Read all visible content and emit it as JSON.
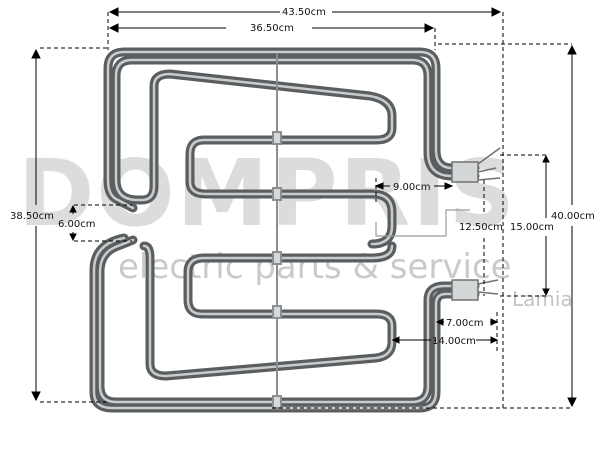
{
  "watermark": {
    "brand": "DOMPRIS",
    "tagline": "electric parts & service",
    "location": "Lamia"
  },
  "dimensions": {
    "total_width": "43.50cm",
    "inner_width": "36.50cm",
    "left_height": "38.50cm",
    "right_height": "40.00cm",
    "gap": "6.00cm",
    "terminal_offset": "9.00cm",
    "terminal_spacing_a": "12.50cm",
    "terminal_spacing_b": "15.00cm",
    "lower_offset_a": "7.00cm",
    "lower_offset_b": "14.00cm"
  },
  "colors": {
    "tube": "#5b5e60",
    "tube_highlight": "#c9cccd",
    "dimension_line": "#000000"
  }
}
